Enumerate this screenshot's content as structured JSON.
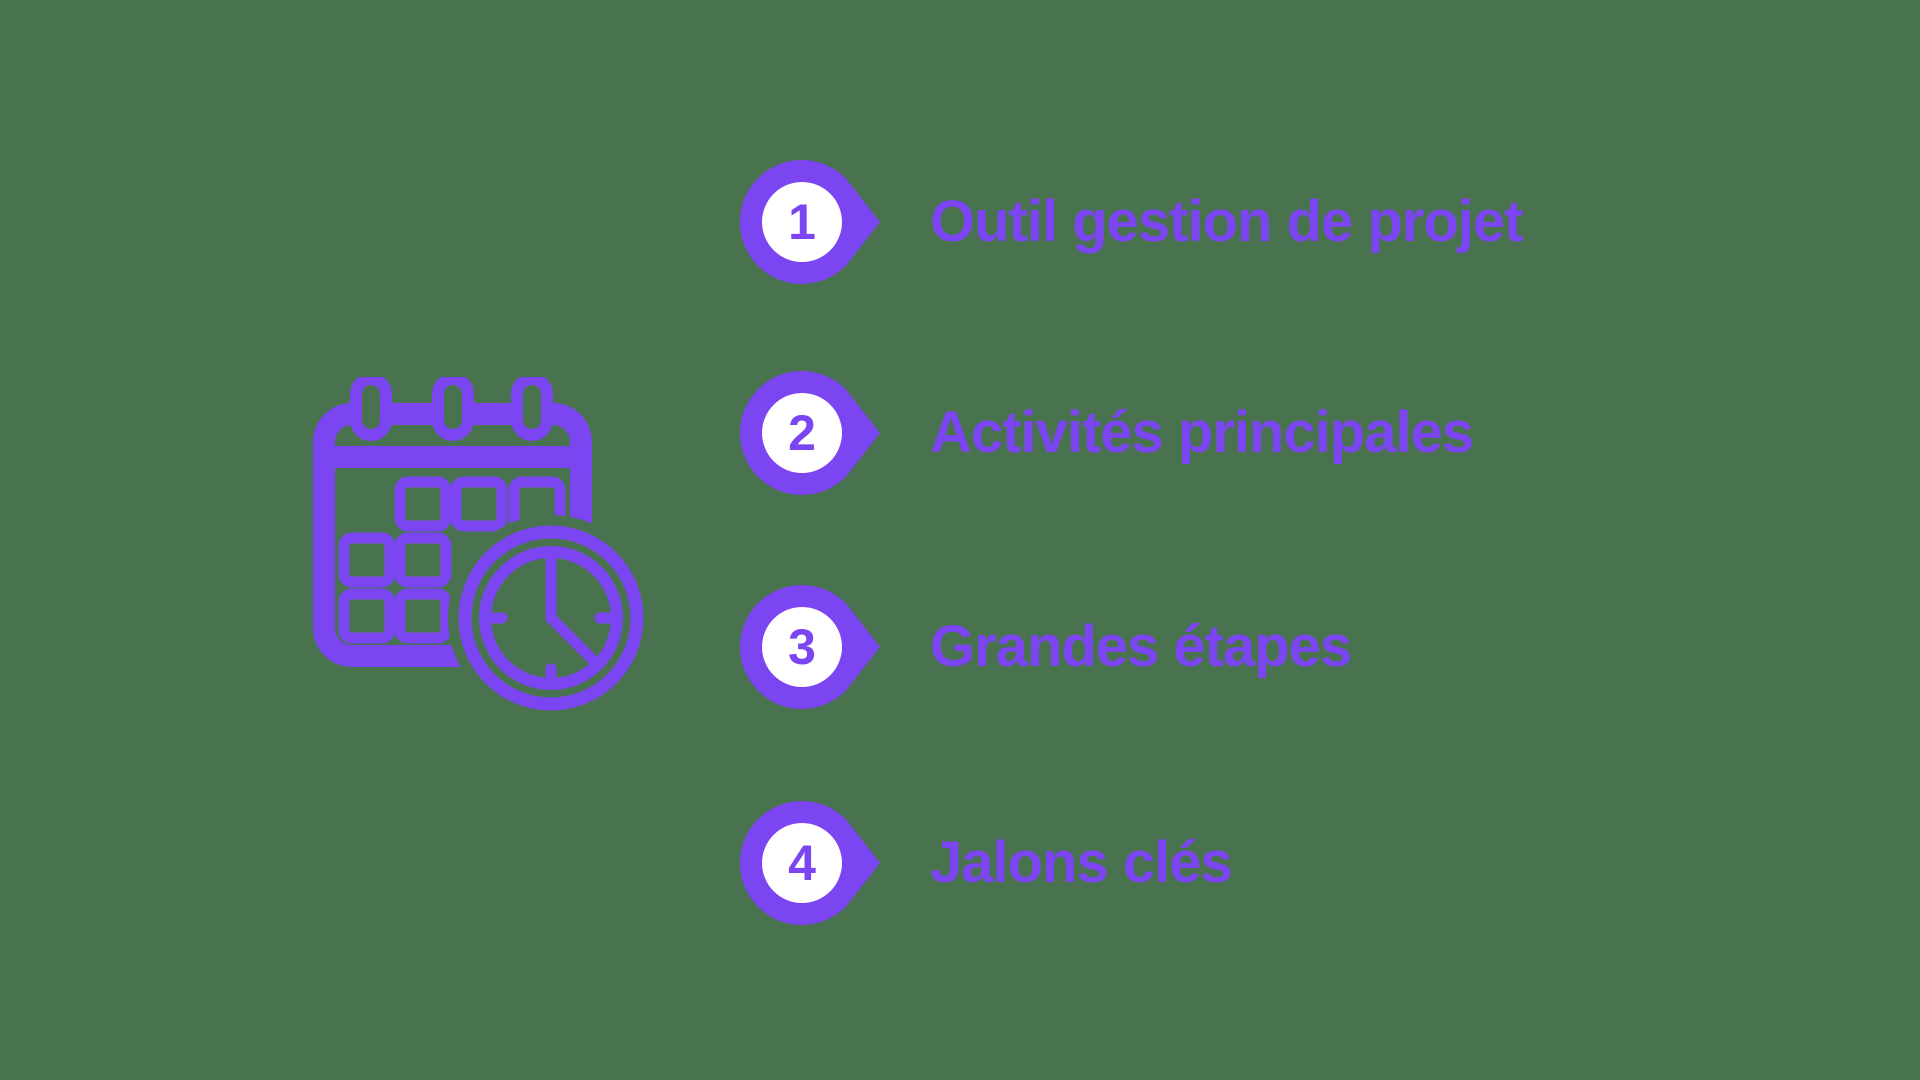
{
  "colors": {
    "background": "#49724F",
    "accent": "#7B45F2",
    "white": "#FFFFFF"
  },
  "icon": {
    "name": "calendar-with-clock"
  },
  "list": {
    "items": [
      {
        "number": "1",
        "label": "Outil gestion de projet"
      },
      {
        "number": "2",
        "label": "Activités principales"
      },
      {
        "number": "3",
        "label": "Grandes étapes"
      },
      {
        "number": "4",
        "label": "Jalons clés"
      }
    ]
  }
}
